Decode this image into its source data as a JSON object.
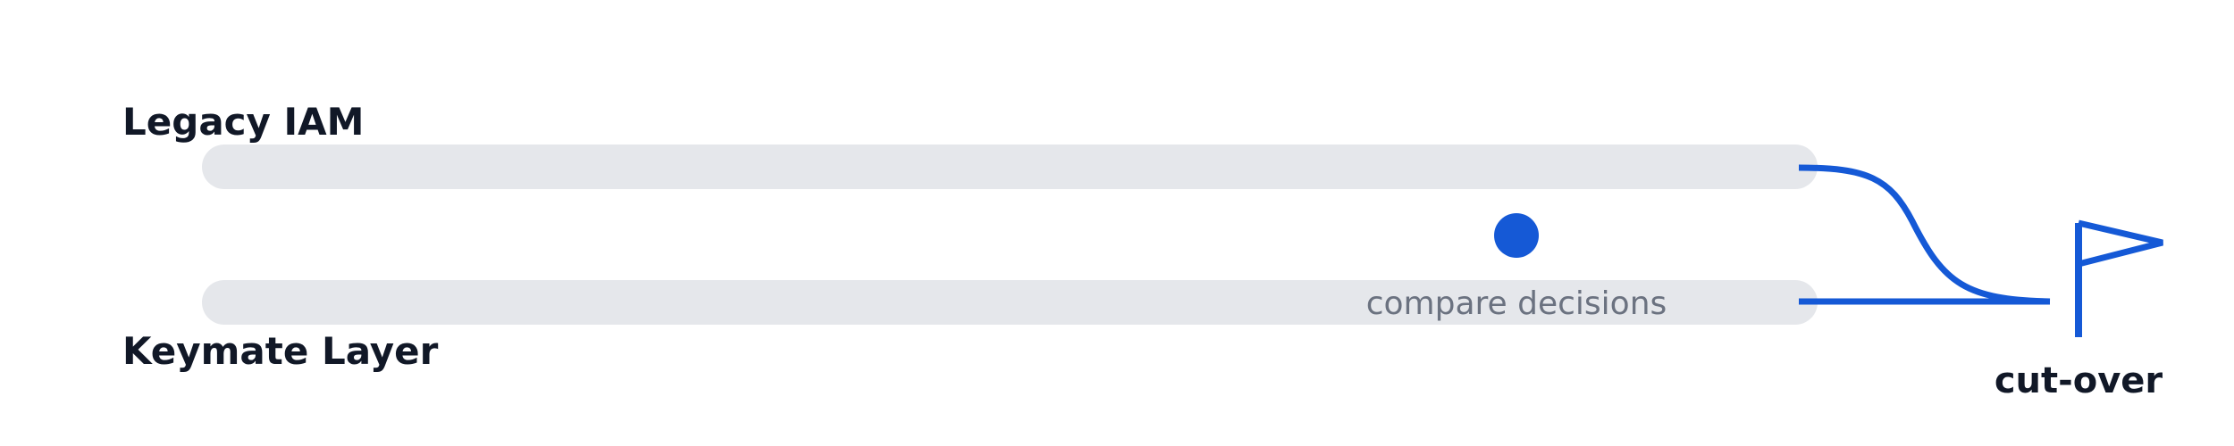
{
  "lanes": {
    "top_label": "Legacy IAM",
    "bottom_label": "Keymate Layer"
  },
  "comparison": {
    "label": "compare decisions"
  },
  "milestone": {
    "label": "cut-over"
  },
  "colors": {
    "accent": "#1559d6",
    "track": "#e5e7eb",
    "heading_text": "#111827",
    "muted_text": "#6b7280"
  }
}
